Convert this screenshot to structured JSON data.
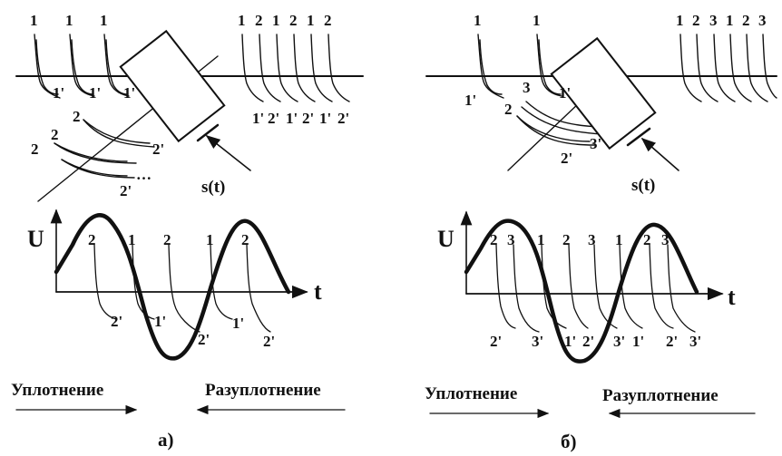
{
  "panel_a": {
    "top_left_labels": [
      "1",
      "1",
      "1"
    ],
    "top_left_prime_labels": [
      "1'",
      "1'",
      "1'"
    ],
    "fan_labels": [
      "2",
      "2",
      "2",
      "2'",
      "2'"
    ],
    "dots": "…",
    "top_right_labels": [
      "1",
      "2",
      "1",
      "2",
      "1",
      "2"
    ],
    "top_right_prime_labels": [
      "1'",
      "2'",
      "1'",
      "2'",
      "1'",
      "2'"
    ],
    "signal_label": "s(t)",
    "u_label": "U",
    "t_label": "t",
    "wave_top_labels": [
      "2",
      "1",
      "2",
      "1",
      "2"
    ],
    "wave_bottom_labels": [
      "2'",
      "1'",
      "2'",
      "1'",
      "2'"
    ],
    "compression": "Уплотнение",
    "rarefaction": "Разуплотнение",
    "caption": "а)"
  },
  "panel_b": {
    "top_left_labels": [
      "1",
      "1"
    ],
    "left_prime_labels": [
      "1'",
      "1'"
    ],
    "fan_labels": [
      "3",
      "2",
      "3'",
      "2'"
    ],
    "top_right_labels": [
      "1",
      "2",
      "3",
      "1",
      "2",
      "3"
    ],
    "signal_label": "s(t)",
    "u_label": "U",
    "t_label": "t",
    "wave_top_labels": [
      "2",
      "3",
      "1",
      "2",
      "3",
      "1",
      "2",
      "3"
    ],
    "wave_bottom_labels": [
      "2'",
      "3'",
      "1'",
      "2'",
      "3'",
      "1'",
      "2'",
      "3'"
    ],
    "compression": "Уплотнение",
    "rarefaction": "Разуплотнение",
    "caption": "б)"
  }
}
